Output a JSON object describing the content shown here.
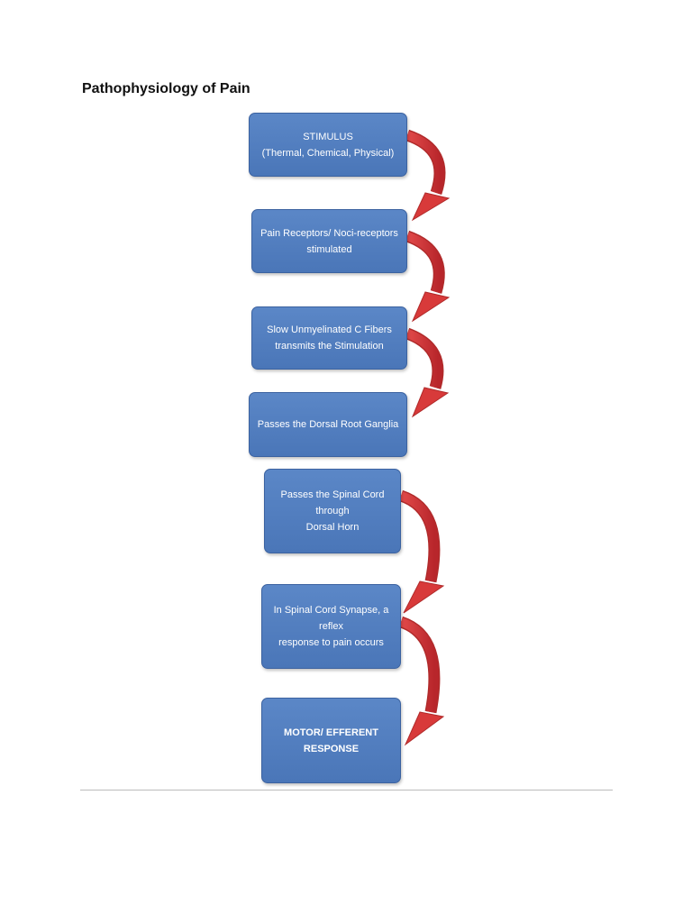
{
  "title": "Pathophysiology of Pain",
  "steps": [
    {
      "lines": [
        "STIMULUS",
        "(Thermal, Chemical, Physical)"
      ]
    },
    {
      "lines": [
        "Pain Receptors/ Noci-receptors",
        "stimulated"
      ]
    },
    {
      "lines": [
        "Slow Unmyelinated C Fibers",
        "transmits the Stimulation"
      ]
    },
    {
      "lines": [
        "Passes the Dorsal Root Ganglia"
      ]
    },
    {
      "lines": [
        "Passes the Spinal Cord through",
        "Dorsal Horn"
      ]
    },
    {
      "lines": [
        "In Spinal Cord Synapse, a reflex",
        "response to pain occurs"
      ]
    },
    {
      "lines": [
        "MOTOR/ EFFERENT RESPONSE"
      ]
    }
  ],
  "colors": {
    "box_fill": "#4f7cbf",
    "box_border": "#3b62a0",
    "arrow_fill": "#d83a3a",
    "arrow_stroke": "#b02a2a"
  }
}
